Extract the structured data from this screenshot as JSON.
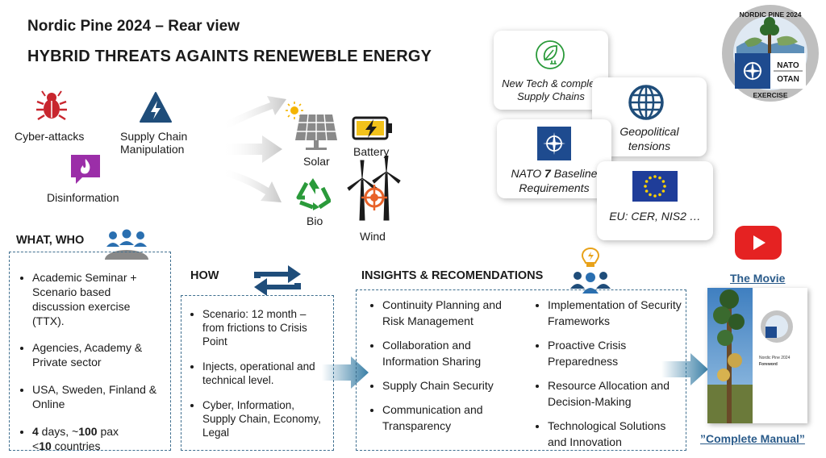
{
  "header": {
    "title": "Nordic Pine 2024 – Rear view",
    "subtitle": "HYBRID THREATS AGAINTS RENEWEBLE ENERGY"
  },
  "logo": {
    "top_text": "NORDIC PINE 2024",
    "nato_text": "NATO",
    "otan_text": "OTAN",
    "bottom_text": "EXERCISE"
  },
  "threats": {
    "cyber": "Cyber-attacks",
    "supply_line1": "Supply Chain",
    "supply_line2": "Manipulation",
    "disinfo": "Disinformation"
  },
  "energy": {
    "solar": "Solar",
    "battery": "Battery",
    "bio": "Bio",
    "wind": "Wind"
  },
  "cards": {
    "newtech_line1": "New Tech & complex",
    "newtech_line2": "Supply Chains",
    "geo_line1": "Geopolitical",
    "geo_line2": "tensions",
    "nato_prefix": "NATO ",
    "nato_num": "7",
    "nato_suffix": " Baseline",
    "nato_line2": "Requirements",
    "eu": "EU: CER, NIS2 …"
  },
  "what_who": {
    "heading": "WHAT, WHO",
    "items": [
      "Academic Seminar + Scenario based discussion exercise (TTX).",
      "Agencies, Academy & Private sector",
      "USA, Sweden, Finland & Online"
    ],
    "last": {
      "n1": "4",
      "t1": " days, ~",
      "n2": "100",
      "t2": " pax",
      "t3": "<",
      "n3": "10",
      "t4": " countries"
    }
  },
  "how": {
    "heading": "HOW",
    "items": [
      "Scenario: 12 month – from frictions to Crisis Point",
      "Injects, operational and technical level.",
      "Cyber, Information, Supply Chain, Economy, Legal"
    ]
  },
  "insights": {
    "heading": "INSIGHTS & RECOMENDATIONS",
    "col1": [
      "Continuity Planning and Risk Management",
      "Collaboration and Information Sharing",
      "Supply Chain Security",
      "Communication and Transparency"
    ],
    "col2": [
      "Implementation of Security Frameworks",
      "Proactive Crisis Preparedness",
      "Resource Allocation and Decision-Making",
      "Technological Solutions and Innovation"
    ]
  },
  "media": {
    "movie_link": "The Movie",
    "manual_link": "”Complete Manual”",
    "manual_cover_title": "Nordic Pine 2024",
    "manual_cover_sub": "Foreword"
  },
  "colors": {
    "threat_red": "#c8262e",
    "threat_navy": "#1f4d7a",
    "threat_purple": "#9b2ea8",
    "recycle_green": "#2a9a3a",
    "battery_yellow": "#f2c21b",
    "target_orange": "#e8632a",
    "nato_blue": "#1e4b8f",
    "eu_blue": "#1f3d99",
    "eu_star": "#ffd200",
    "youtube_red": "#e52222",
    "box_border": "#3f6f8f",
    "arrow_blue": "#3a7fa6",
    "link_blue": "#2a5b8a"
  }
}
